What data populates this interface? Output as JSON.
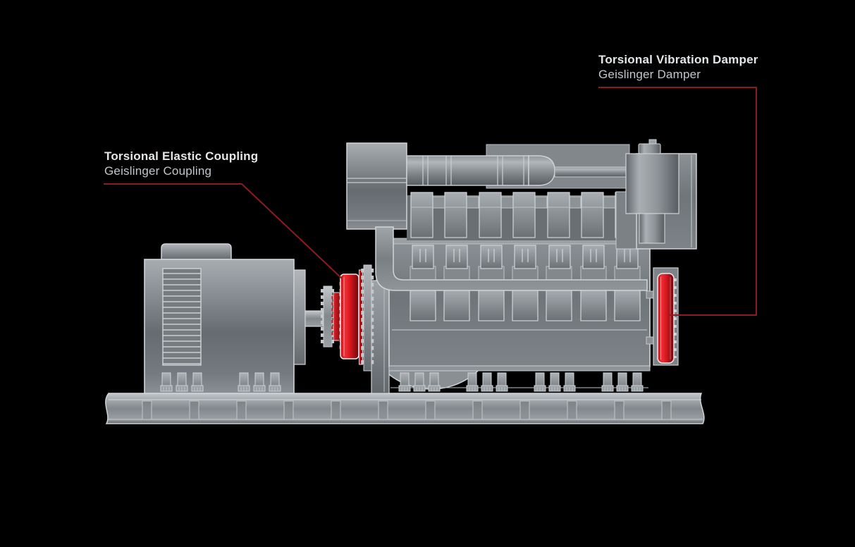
{
  "page": {
    "background_color": "#000000"
  },
  "callouts": {
    "damper": {
      "title": "Torsional Vibration Damper",
      "subtitle": "Geislinger Damper"
    },
    "coupling": {
      "title": "Torsional Elastic Coupling",
      "subtitle": "Geislinger Coupling"
    }
  },
  "colors": {
    "highlight_red": "#dc1820",
    "callout_line_red": "#8e1b1f",
    "machine_gray": "#82878c",
    "outline_gray": "#cfd4d7",
    "label_title_text": "#e4e7e9",
    "label_subtitle_text": "#c1c6ca"
  }
}
